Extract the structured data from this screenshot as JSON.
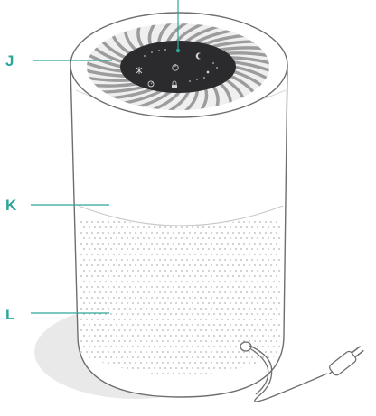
{
  "callouts": {
    "j": "J",
    "k": "K",
    "l": "L"
  },
  "colors": {
    "accent": "#2aa79b",
    "panel": "#2b2b2e",
    "body_outline": "#6e6e6e",
    "fan_stripes": "#9c9c9c",
    "shadow": "#e9e9e9"
  },
  "icons": [
    "power-icon",
    "moon-icon",
    "fan-icon",
    "timer-icon",
    "lock-icon",
    "light-icon"
  ]
}
